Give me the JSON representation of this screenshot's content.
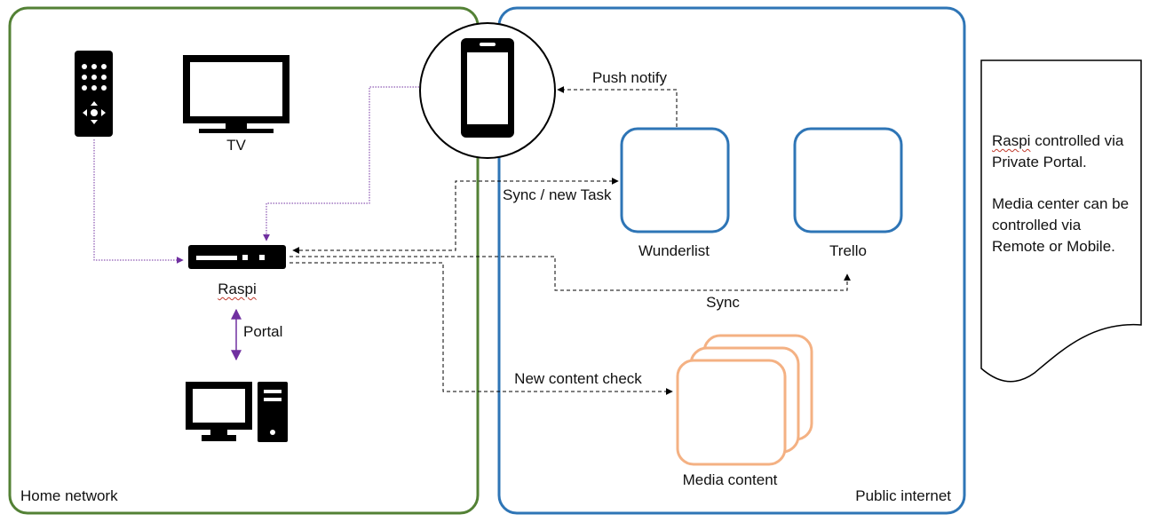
{
  "regions": {
    "home": {
      "label": "Home network",
      "color": "#538135"
    },
    "public": {
      "label": "Public internet",
      "color": "#2e75b6"
    }
  },
  "nodes": {
    "tv": "TV",
    "raspi": "Raspi",
    "wunderlist": "Wunderlist",
    "trello": "Trello",
    "media": "Media content"
  },
  "edges": {
    "portal": "Portal",
    "push_notify": "Push notify",
    "sync_task": "Sync / new Task",
    "sync": "Sync",
    "new_content": "New content check"
  },
  "note": {
    "p1_word": "Raspi",
    "p1_rest": " controlled via Private Portal.",
    "p2": "Media center can be controlled via Remote or Mobile."
  },
  "colors": {
    "purple_link": "#7030a0",
    "service_border": "#2e75b6",
    "media_border": "#f4b183",
    "icon": "#000000"
  },
  "icons": [
    "remote-icon",
    "tv-icon",
    "mobile-phone-icon",
    "router-icon",
    "desktop-computer-icon"
  ]
}
